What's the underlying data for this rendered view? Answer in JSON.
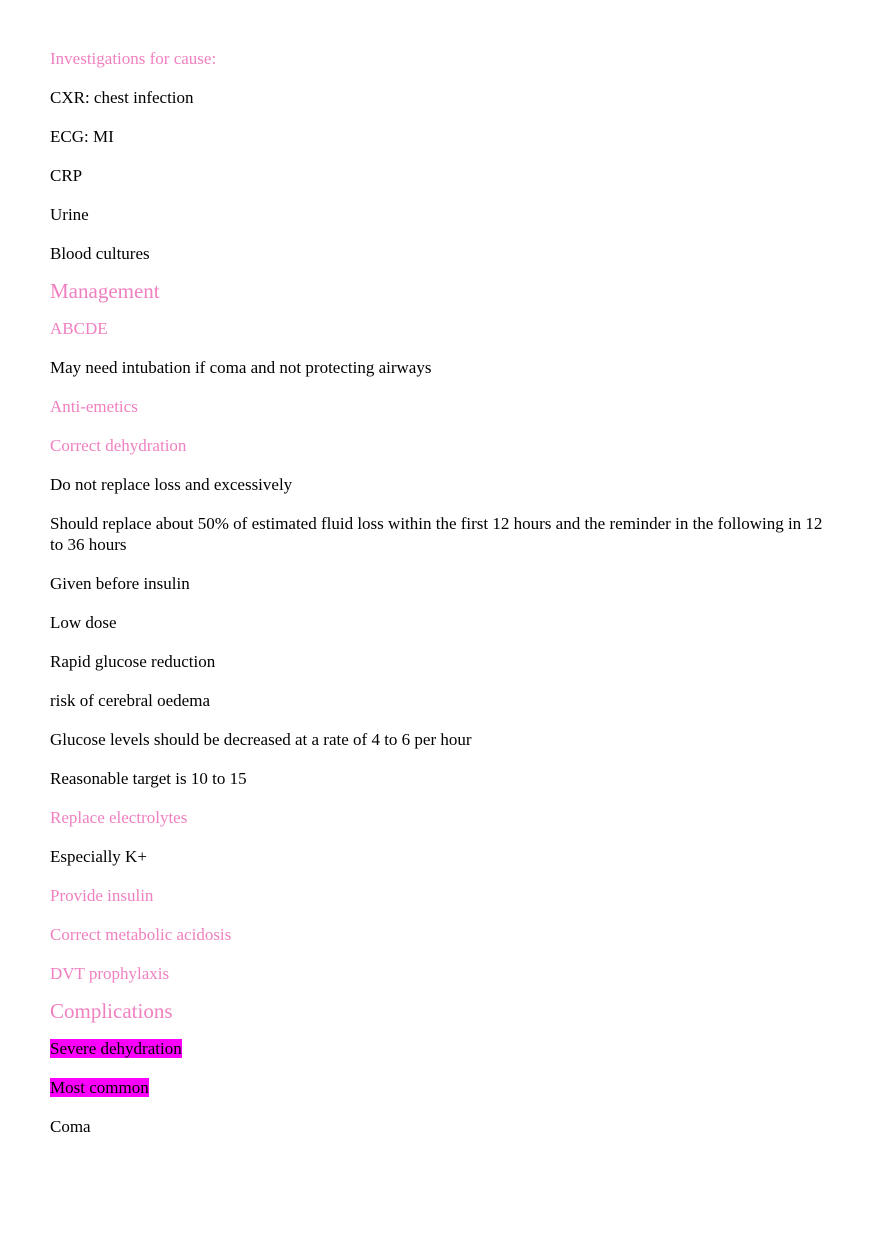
{
  "doc": {
    "lines": [
      {
        "text": "Investigations for cause:",
        "style": "sub"
      },
      {
        "text": "CXR: chest infection",
        "style": "body"
      },
      {
        "text": "ECG: MI",
        "style": "body"
      },
      {
        "text": "CRP",
        "style": "body"
      },
      {
        "text": "Urine",
        "style": "body"
      },
      {
        "text": "Blood cultures",
        "style": "body"
      },
      {
        "text": "Management",
        "style": "head"
      },
      {
        "text": "ABCDE",
        "style": "sub"
      },
      {
        "text": "May need intubation if coma and not protecting airways",
        "style": "body"
      },
      {
        "text": "Anti-emetics",
        "style": "sub"
      },
      {
        "text": "Correct dehydration",
        "style": "sub"
      },
      {
        "text": "Do not replace loss and excessively",
        "style": "body"
      },
      {
        "text": "Should replace about 50% of estimated fluid loss within the first 12 hours and the reminder in the following in 12 to 36 hours",
        "style": "body"
      },
      {
        "text": "Given before insulin",
        "style": "body"
      },
      {
        "text": "Low dose",
        "style": "body"
      },
      {
        "text": "Rapid glucose reduction",
        "style": "body"
      },
      {
        "text": "risk of cerebral oedema",
        "style": "body"
      },
      {
        "text": "Glucose levels should be decreased at a rate of 4 to 6 per hour",
        "style": "body"
      },
      {
        "text": "Reasonable target is 10 to 15",
        "style": "body"
      },
      {
        "text": "Replace electrolytes",
        "style": "sub"
      },
      {
        "text": "Especially K+",
        "style": "body"
      },
      {
        "text": "Provide insulin",
        "style": "sub"
      },
      {
        "text": "Correct metabolic acidosis",
        "style": "sub"
      },
      {
        "text": "DVT prophylaxis",
        "style": "sub"
      },
      {
        "text": "Complications",
        "style": "head"
      },
      {
        "text": "Severe dehydration",
        "style": "highlight"
      },
      {
        "text": "Most common",
        "style": "highlight"
      },
      {
        "text": "Coma",
        "style": "body"
      }
    ]
  },
  "colors": {
    "subheading": "#f080c0",
    "highlight": "#ff00ff",
    "text": "#000000"
  }
}
